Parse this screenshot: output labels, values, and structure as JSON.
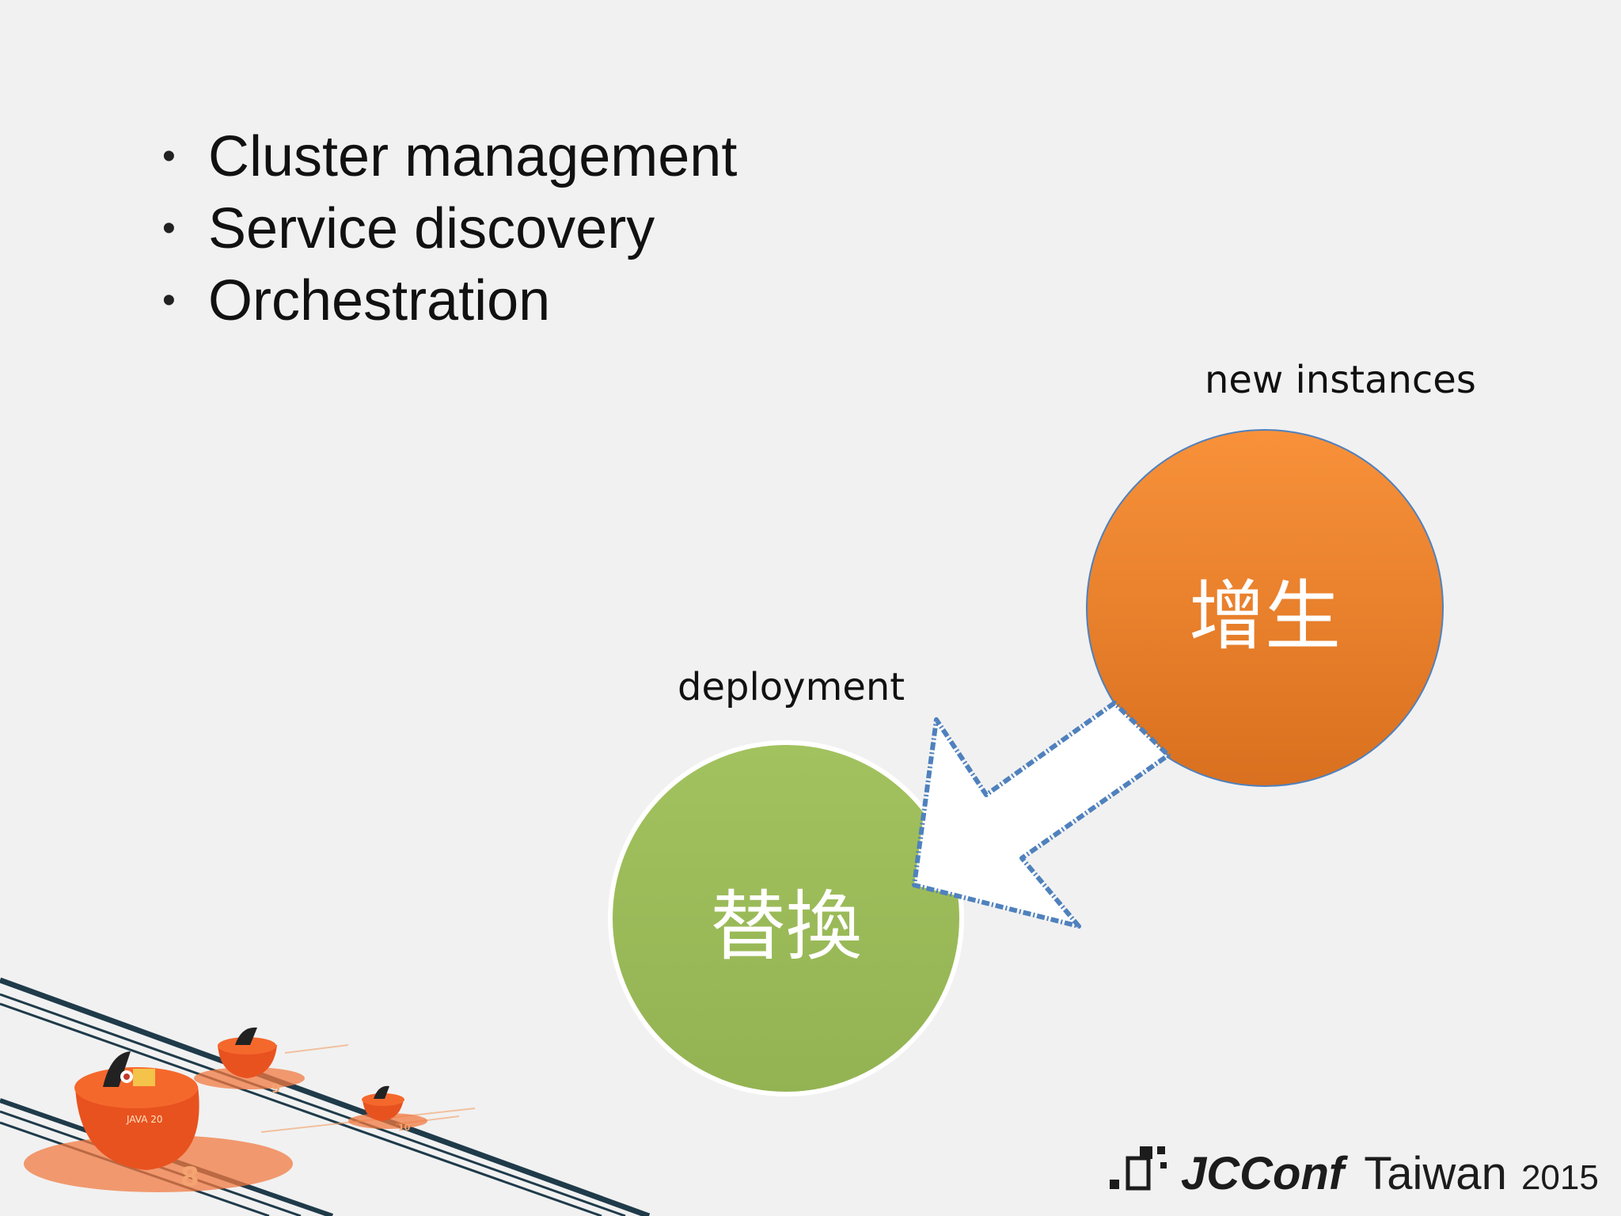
{
  "slide": {
    "bullets": [
      {
        "text": "Cluster management"
      },
      {
        "text": "Service discovery"
      },
      {
        "text": "Orchestration"
      }
    ],
    "bullet_symbol": "•"
  },
  "diagram": {
    "nodes": [
      {
        "id": "grow",
        "label": "增生",
        "caption": "new instances",
        "color": "#ee7f2a"
      },
      {
        "id": "swap",
        "label": "替換",
        "caption": "deployment",
        "color": "#9bbb59"
      }
    ],
    "edges": [
      {
        "from": "grow",
        "to": "swap",
        "style": "hollow-arrow"
      }
    ]
  },
  "footer": {
    "logo_brand": "JCConf",
    "logo_region": "Taiwan",
    "logo_year": "2015",
    "mascot_badges": [
      "JAVA 20",
      "8",
      "9",
      "10"
    ]
  },
  "colors": {
    "background": "#f1f1f1",
    "grow_circle": "#ee7f2a",
    "swap_circle": "#9bbb59",
    "arrow_outline": "#4f81bd",
    "logo_text": "#1c1c1c"
  }
}
